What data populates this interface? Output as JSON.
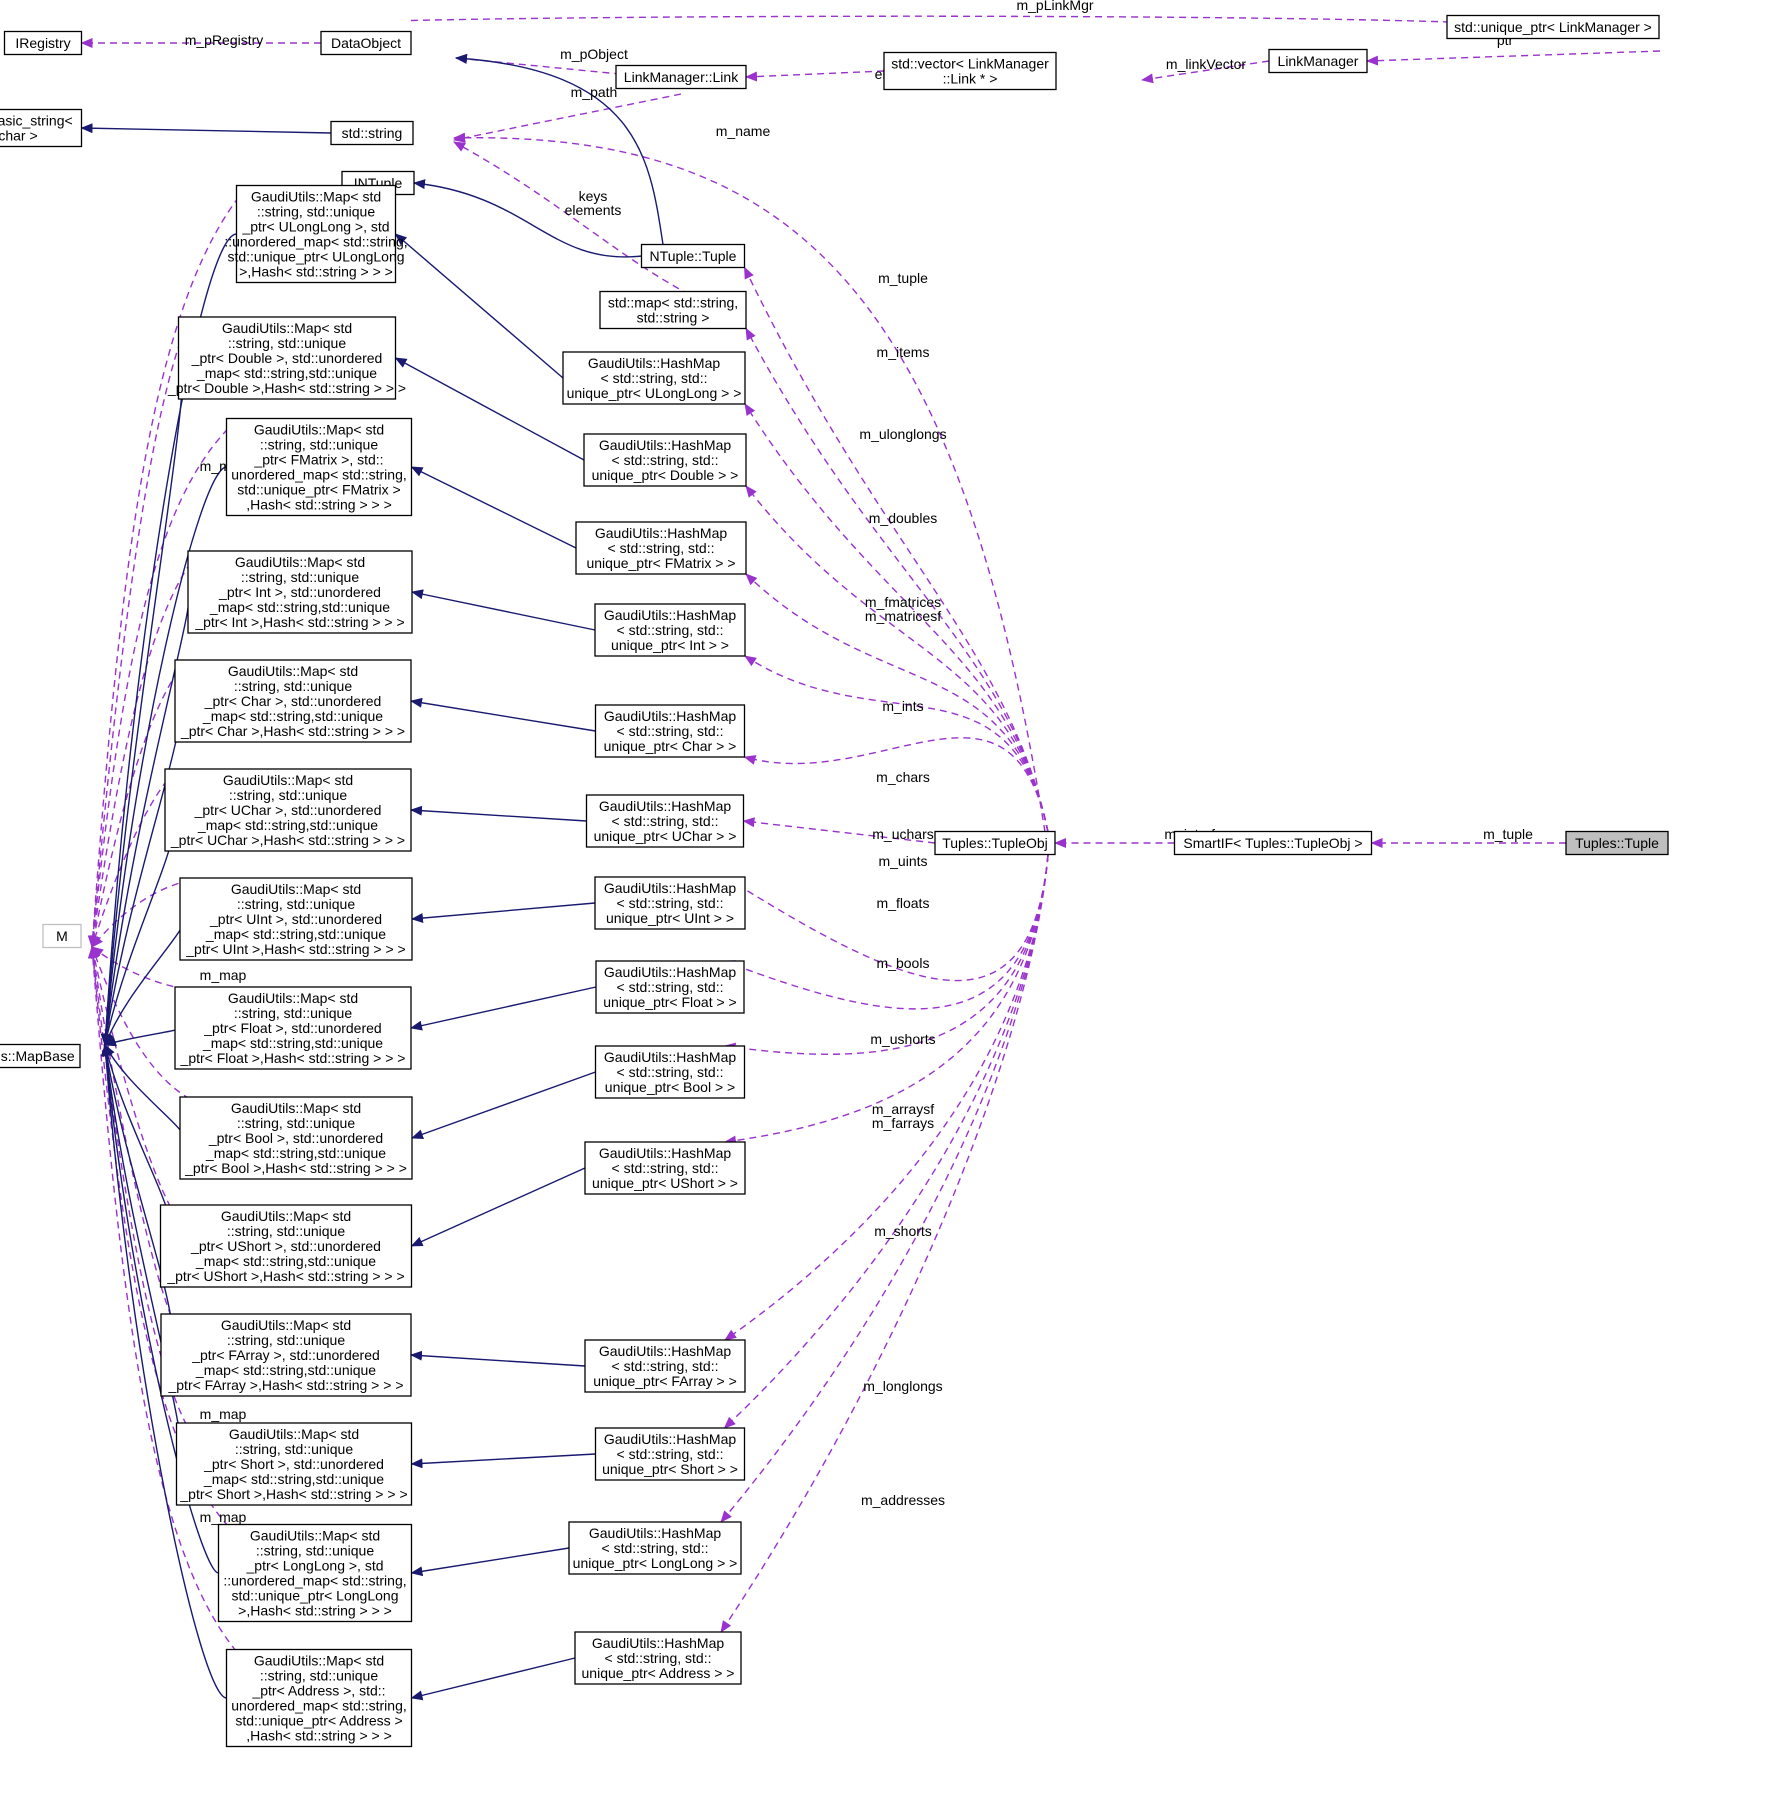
{
  "diagram": {
    "colors": {
      "inheritance": "#191970",
      "usage": "#9a32cd",
      "focus_fill": "#bfbfbf"
    },
    "nodes": [
      {
        "id": "tuple",
        "lines": [
          "Tuples::Tuple"
        ]
      },
      {
        "id": "smartif",
        "lines": [
          "SmartIF< Tuples::TupleObj >"
        ]
      },
      {
        "id": "tupleobj",
        "lines": [
          "Tuples::TupleObj"
        ]
      },
      {
        "id": "iregistry",
        "lines": [
          "IRegistry"
        ]
      },
      {
        "id": "dataobject",
        "lines": [
          "DataObject"
        ]
      },
      {
        "id": "uniqueptr",
        "lines": [
          "std::unique_ptr< LinkManager >"
        ]
      },
      {
        "id": "linkmanager",
        "lines": [
          "LinkManager"
        ]
      },
      {
        "id": "link",
        "lines": [
          "LinkManager::Link"
        ]
      },
      {
        "id": "linkvector",
        "lines": [
          "std::vector< LinkManager",
          "::Link * >"
        ]
      },
      {
        "id": "basicstring",
        "lines": [
          "std::basic_string<",
          "char >"
        ]
      },
      {
        "id": "stdstring",
        "lines": [
          "std::string"
        ]
      },
      {
        "id": "intuple",
        "lines": [
          "INTuple"
        ]
      },
      {
        "id": "ntuple",
        "lines": [
          "NTuple::Tuple"
        ]
      },
      {
        "id": "stdmap",
        "lines": [
          "std::map< std::string,",
          "std::string >"
        ]
      },
      {
        "id": "M",
        "lines": [
          "M"
        ]
      },
      {
        "id": "mapbase",
        "lines": [
          "Gaudi::Utils::MapBase"
        ]
      },
      {
        "id": "map_ulonglong",
        "lines": [
          "GaudiUtils::Map< std",
          "::string, std::unique",
          "_ptr< ULongLong >, std",
          "::unordered_map< std::string,",
          "std::unique_ptr< ULongLong",
          ">,Hash< std::string > > >"
        ]
      },
      {
        "id": "map_double",
        "lines": [
          "GaudiUtils::Map< std",
          "::string, std::unique",
          "_ptr< Double >, std::unordered",
          "_map< std::string,std::unique",
          "_ptr< Double >,Hash< std::string > > >"
        ]
      },
      {
        "id": "map_fmatrix",
        "lines": [
          "GaudiUtils::Map< std",
          "::string, std::unique",
          "_ptr< FMatrix >, std::",
          "unordered_map< std::string,",
          "std::unique_ptr< FMatrix >",
          ",Hash< std::string > > >"
        ]
      },
      {
        "id": "map_int",
        "lines": [
          "GaudiUtils::Map< std",
          "::string, std::unique",
          "_ptr< Int >, std::unordered",
          "_map< std::string,std::unique",
          "_ptr< Int >,Hash< std::string > > >"
        ]
      },
      {
        "id": "map_char",
        "lines": [
          "GaudiUtils::Map< std",
          "::string, std::unique",
          "_ptr< Char >, std::unordered",
          "_map< std::string,std::unique",
          "_ptr< Char >,Hash< std::string > > >"
        ]
      },
      {
        "id": "map_uchar",
        "lines": [
          "GaudiUtils::Map< std",
          "::string, std::unique",
          "_ptr< UChar >, std::unordered",
          "_map< std::string,std::unique",
          "_ptr< UChar >,Hash< std::string > > >"
        ]
      },
      {
        "id": "map_uint",
        "lines": [
          "GaudiUtils::Map< std",
          "::string, std::unique",
          "_ptr< UInt >, std::unordered",
          "_map< std::string,std::unique",
          "_ptr< UInt >,Hash< std::string > > >"
        ]
      },
      {
        "id": "map_float",
        "lines": [
          "GaudiUtils::Map< std",
          "::string, std::unique",
          "_ptr< Float >, std::unordered",
          "_map< std::string,std::unique",
          "_ptr< Float >,Hash< std::string > > >"
        ]
      },
      {
        "id": "map_bool",
        "lines": [
          "GaudiUtils::Map< std",
          "::string, std::unique",
          "_ptr< Bool >, std::unordered",
          "_map< std::string,std::unique",
          "_ptr< Bool >,Hash< std::string > > >"
        ]
      },
      {
        "id": "map_ushort",
        "lines": [
          "GaudiUtils::Map< std",
          "::string, std::unique",
          "_ptr< UShort >, std::unordered",
          "_map< std::string,std::unique",
          "_ptr< UShort >,Hash< std::string > > >"
        ]
      },
      {
        "id": "map_farray",
        "lines": [
          "GaudiUtils::Map< std",
          "::string, std::unique",
          "_ptr< FArray >, std::unordered",
          "_map< std::string,std::unique",
          "_ptr< FArray >,Hash< std::string > > >"
        ]
      },
      {
        "id": "map_short",
        "lines": [
          "GaudiUtils::Map< std",
          "::string, std::unique",
          "_ptr< Short >, std::unordered",
          "_map< std::string,std::unique",
          "_ptr< Short >,Hash< std::string > > >"
        ]
      },
      {
        "id": "map_longlong",
        "lines": [
          "GaudiUtils::Map< std",
          "::string, std::unique",
          "_ptr< LongLong >, std",
          "::unordered_map< std::string,",
          "std::unique_ptr< LongLong",
          ">,Hash< std::string > > >"
        ]
      },
      {
        "id": "map_address",
        "lines": [
          "GaudiUtils::Map< std",
          "::string, std::unique",
          "_ptr< Address >, std::",
          "unordered_map< std::string,",
          "std::unique_ptr< Address >",
          ",Hash< std::string > > >"
        ]
      },
      {
        "id": "hm_ulonglong",
        "lines": [
          "GaudiUtils::HashMap",
          "< std::string, std::",
          "unique_ptr< ULongLong > >"
        ]
      },
      {
        "id": "hm_double",
        "lines": [
          "GaudiUtils::HashMap",
          "< std::string, std::",
          "unique_ptr< Double > >"
        ]
      },
      {
        "id": "hm_fmatrix",
        "lines": [
          "GaudiUtils::HashMap",
          "< std::string, std::",
          "unique_ptr< FMatrix > >"
        ]
      },
      {
        "id": "hm_int",
        "lines": [
          "GaudiUtils::HashMap",
          "< std::string, std::",
          "unique_ptr< Int > >"
        ]
      },
      {
        "id": "hm_char",
        "lines": [
          "GaudiUtils::HashMap",
          "< std::string, std::",
          "unique_ptr< Char > >"
        ]
      },
      {
        "id": "hm_uchar",
        "lines": [
          "GaudiUtils::HashMap",
          "< std::string, std::",
          "unique_ptr< UChar > >"
        ]
      },
      {
        "id": "hm_uint",
        "lines": [
          "GaudiUtils::HashMap",
          "< std::string, std::",
          "unique_ptr< UInt > >"
        ]
      },
      {
        "id": "hm_float",
        "lines": [
          "GaudiUtils::HashMap",
          "< std::string, std::",
          "unique_ptr< Float > >"
        ]
      },
      {
        "id": "hm_bool",
        "lines": [
          "GaudiUtils::HashMap",
          "< std::string, std::",
          "unique_ptr< Bool > >"
        ]
      },
      {
        "id": "hm_ushort",
        "lines": [
          "GaudiUtils::HashMap",
          "< std::string, std::",
          "unique_ptr< UShort > >"
        ]
      },
      {
        "id": "hm_farray",
        "lines": [
          "GaudiUtils::HashMap",
          "< std::string, std::",
          "unique_ptr< FArray > >"
        ]
      },
      {
        "id": "hm_short",
        "lines": [
          "GaudiUtils::HashMap",
          "< std::string, std::",
          "unique_ptr< Short > >"
        ]
      },
      {
        "id": "hm_longlong",
        "lines": [
          "GaudiUtils::HashMap",
          "< std::string, std::",
          "unique_ptr< LongLong > >"
        ]
      },
      {
        "id": "hm_address",
        "lines": [
          "GaudiUtils::HashMap",
          "< std::string, std::",
          "unique_ptr< Address > >"
        ]
      }
    ],
    "edge_labels": [
      {
        "id": "m_tuple_1",
        "text": "m_tuple"
      },
      {
        "id": "m_interface",
        "text": "m_interface"
      },
      {
        "id": "m_pLinkMgr",
        "text": "m_pLinkMgr"
      },
      {
        "id": "ptr",
        "text": "ptr"
      },
      {
        "id": "m_linkVector",
        "text": "m_linkVector"
      },
      {
        "id": "elements_1",
        "text": "elements"
      },
      {
        "id": "m_pObject",
        "text": "m_pObject"
      },
      {
        "id": "m_pRegistry",
        "text": "m_pRegistry"
      },
      {
        "id": "m_path",
        "text": "m_path"
      },
      {
        "id": "m_name",
        "text": "m_name"
      },
      {
        "id": "keys",
        "text": "keys"
      },
      {
        "id": "elements_2",
        "text": "elements"
      },
      {
        "id": "m_tuple_2",
        "text": "m_tuple"
      },
      {
        "id": "m_items",
        "text": "m_items"
      },
      {
        "id": "m_ulonglongs",
        "text": "m_ulonglongs"
      },
      {
        "id": "m_doubles",
        "text": "m_doubles"
      },
      {
        "id": "m_fmatrices",
        "text": "m_fmatrices"
      },
      {
        "id": "m_matricesf",
        "text": "m_matricesf"
      },
      {
        "id": "m_ints",
        "text": "m_ints"
      },
      {
        "id": "m_chars",
        "text": "m_chars"
      },
      {
        "id": "m_uchars",
        "text": "m_uchars"
      },
      {
        "id": "m_uints",
        "text": "m_uints"
      },
      {
        "id": "m_floats",
        "text": "m_floats"
      },
      {
        "id": "m_bools",
        "text": "m_bools"
      },
      {
        "id": "m_ushorts",
        "text": "m_ushorts"
      },
      {
        "id": "m_arraysf",
        "text": "m_arraysf"
      },
      {
        "id": "m_farrays",
        "text": "m_farrays"
      },
      {
        "id": "m_shorts",
        "text": "m_shorts"
      },
      {
        "id": "m_longlongs",
        "text": "m_longlongs"
      },
      {
        "id": "m_addresses",
        "text": "m_addresses"
      },
      {
        "id": "m_map",
        "text": "m_map"
      }
    ]
  }
}
